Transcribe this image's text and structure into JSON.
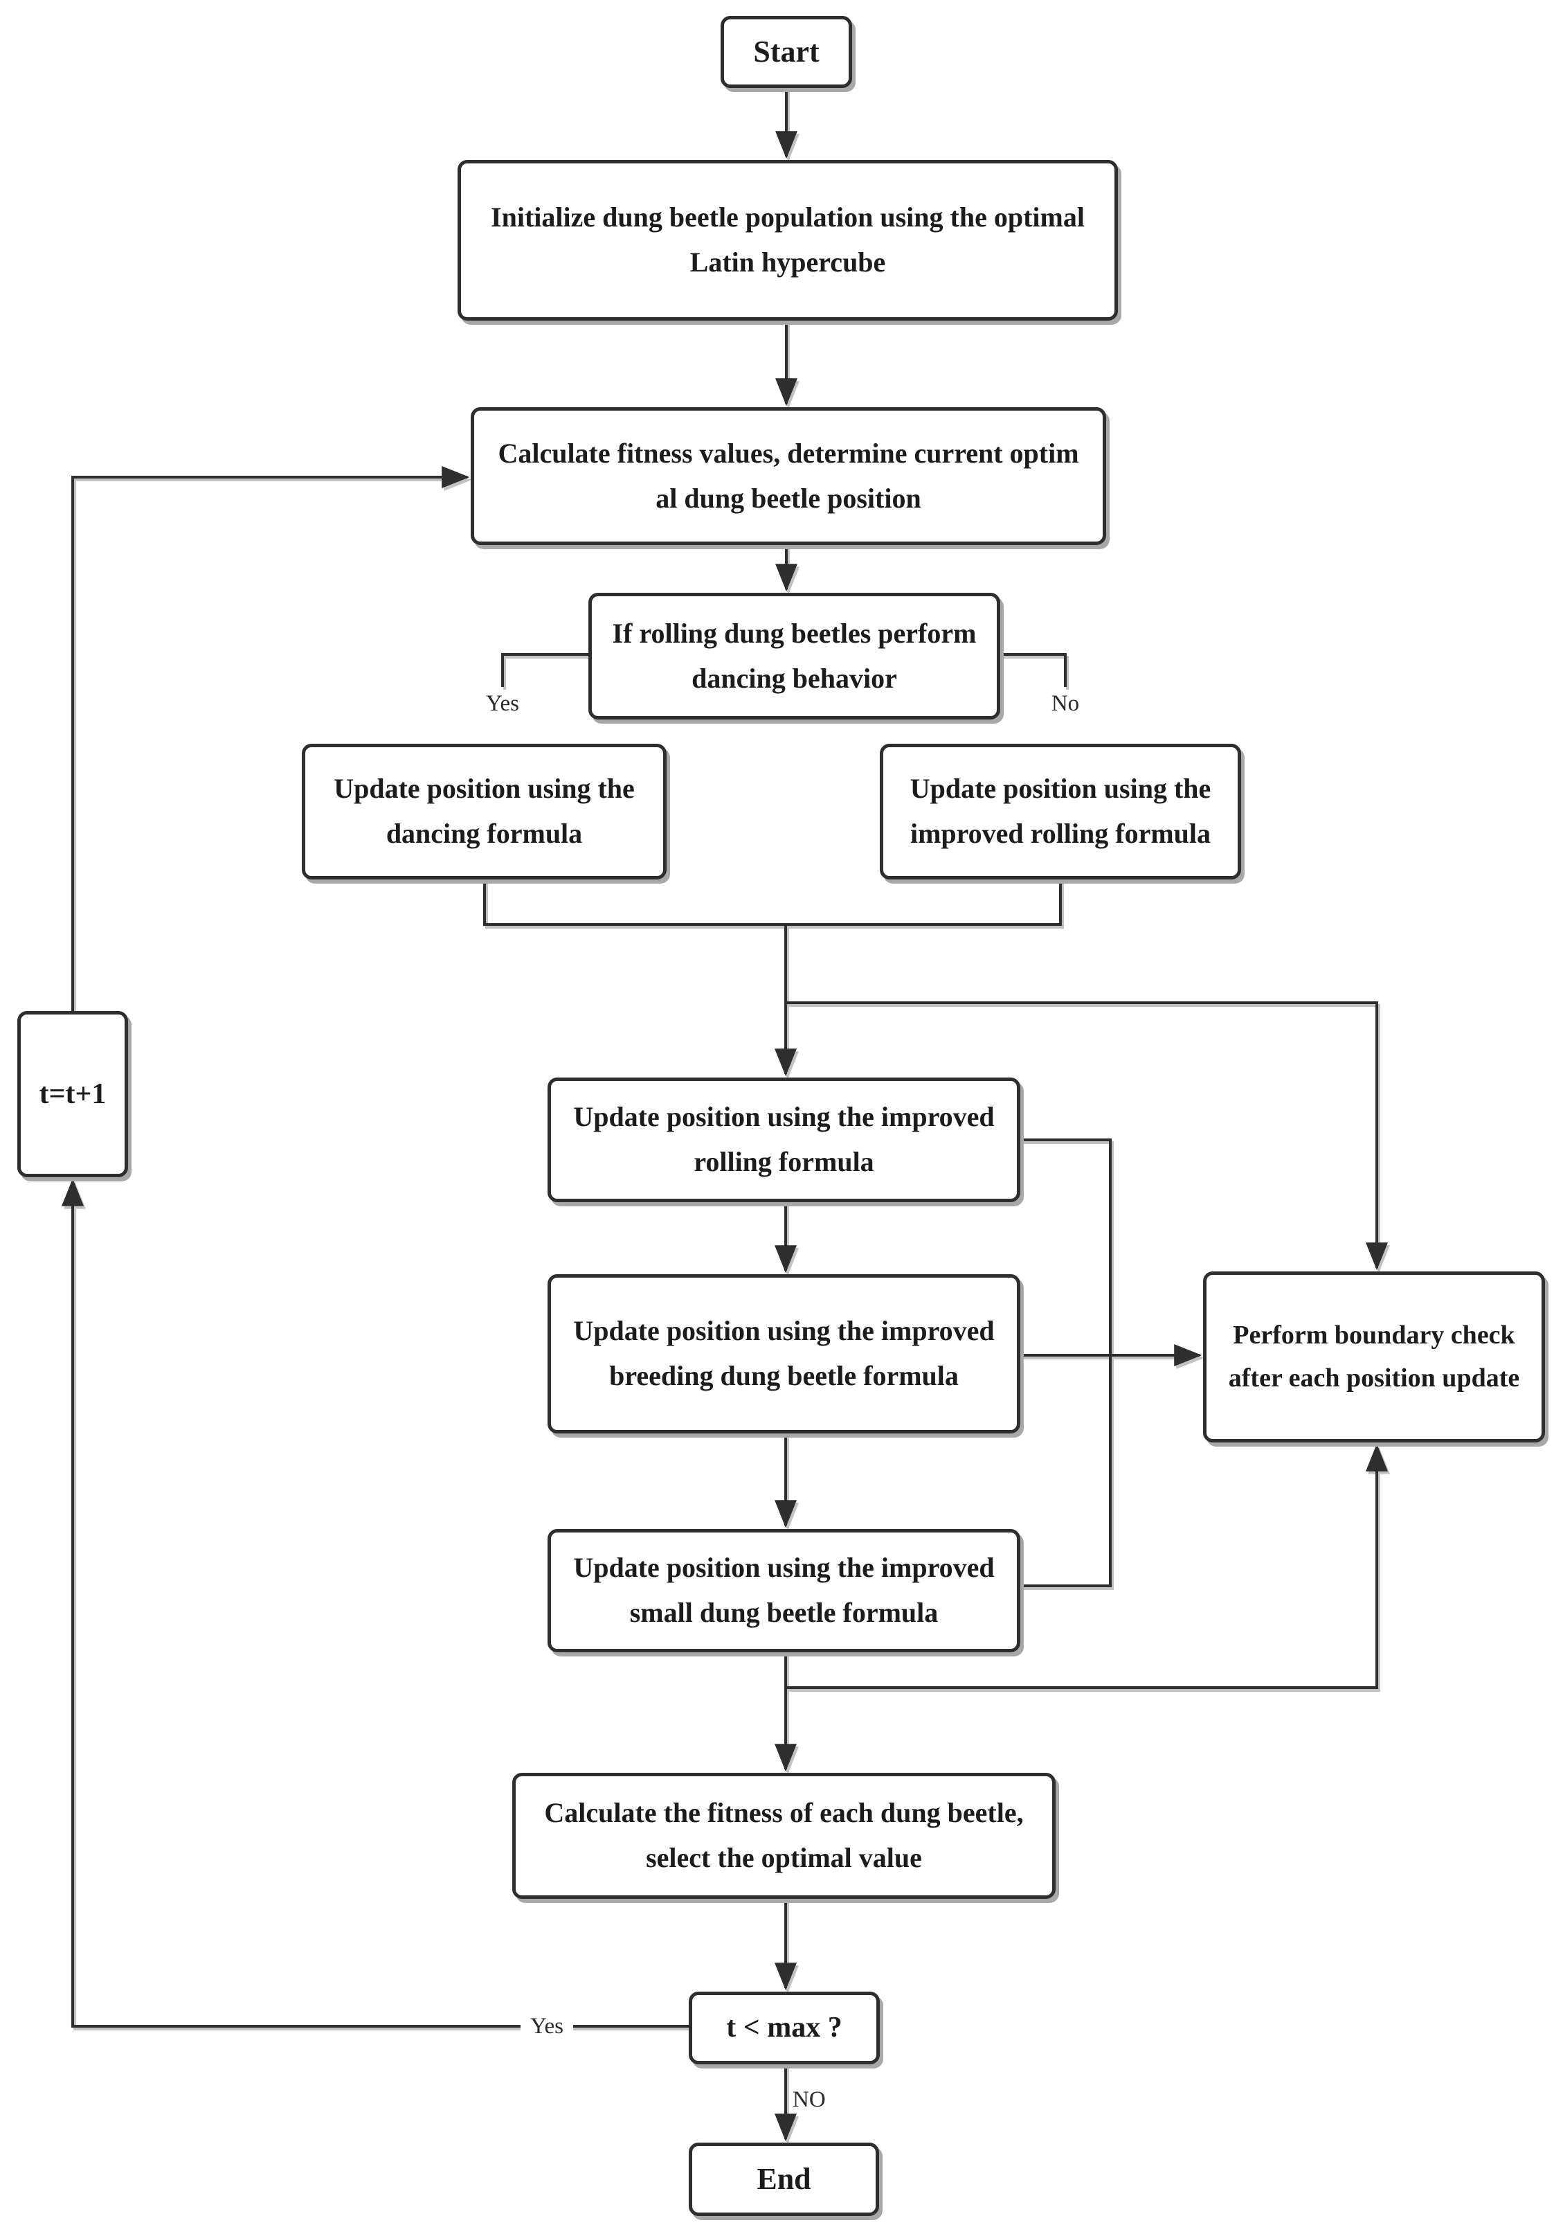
{
  "figure": {
    "type": "flowchart",
    "background": "#ffffff"
  },
  "colors": {
    "line": "#2e2e2e",
    "box_border": "#2e2e2e",
    "box_fill": "#ffffff",
    "text": "#1c1c1c",
    "shadow": "#a8a8a8"
  },
  "nodes": {
    "start": {
      "label": "Start"
    },
    "init": {
      "line1": "Initialize dung beetle population using the optimal",
      "line2": "Latin hypercube"
    },
    "calc": {
      "line1": "Calculate fitness values, determine current optim",
      "line2": "al dung beetle position"
    },
    "decision_rolling": {
      "line1": "If rolling dung beetles perform",
      "line2": "dancing behavior"
    },
    "dancing": {
      "line1": "Update position using the",
      "line2": "dancing formula"
    },
    "rolling_branch": {
      "line1": "Update position using the",
      "line2": "improved rolling formula"
    },
    "rolling_main": {
      "line1": "Update position using the improved",
      "line2": "rolling formula"
    },
    "breeding": {
      "line1": "Update position using the improved",
      "line2": "breeding dung beetle formula"
    },
    "boundary": {
      "line1": "Perform boundary check",
      "line2": "after each position update"
    },
    "small": {
      "line1": "Update position using the improved",
      "line2": "small dung beetle formula"
    },
    "fitness": {
      "line1": "Calculate the fitness of each dung beetle,",
      "line2": "select the optimal value"
    },
    "loop_check": {
      "label": "t < max ?"
    },
    "end": {
      "label": "End"
    },
    "increment": {
      "label": "t=t+1"
    }
  },
  "edge_labels": {
    "branch_yes": "Yes",
    "branch_no": "No",
    "loop_yes": "Yes",
    "loop_no": "NO"
  }
}
